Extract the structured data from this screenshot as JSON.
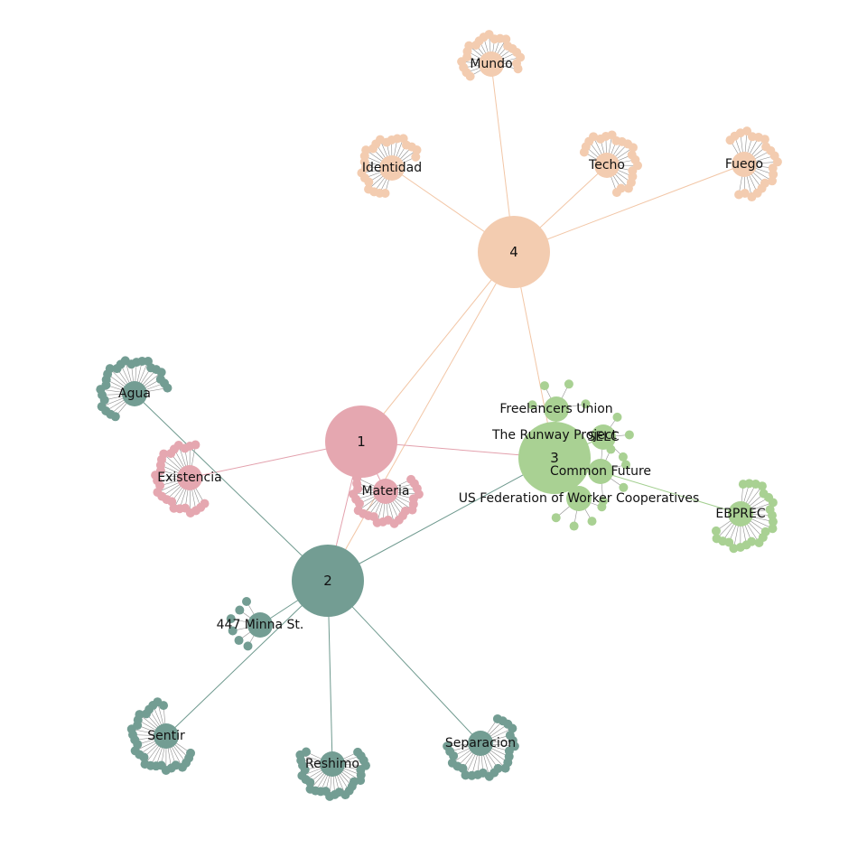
{
  "colors": {
    "1": "#e5a7b0",
    "2": "#739d93",
    "3": "#a9d193",
    "4": "#f3ccb0",
    "edge_1": "#e3a1ad",
    "edge_2": "#6e998e",
    "edge_3": "#a3cf90",
    "edge_4": "#f2c6a6",
    "leaf_edge": "#8f8f8f"
  },
  "nodes": [
    {
      "id": "h1",
      "label": "1",
      "group": "1",
      "role": "hub"
    },
    {
      "id": "h2",
      "label": "2",
      "group": "2",
      "role": "hub"
    },
    {
      "id": "h3",
      "label": "3",
      "group": "3",
      "role": "hub"
    },
    {
      "id": "h4",
      "label": "4",
      "group": "4",
      "role": "hub"
    },
    {
      "id": "mundo",
      "label": "Mundo",
      "group": "4",
      "role": "sub"
    },
    {
      "id": "identidad",
      "label": "Identidad",
      "group": "4",
      "role": "sub"
    },
    {
      "id": "techo",
      "label": "Techo",
      "group": "4",
      "role": "sub"
    },
    {
      "id": "fuego",
      "label": "Fuego",
      "group": "4",
      "role": "sub"
    },
    {
      "id": "existencia",
      "label": "Existencia",
      "group": "1",
      "role": "sub"
    },
    {
      "id": "materia",
      "label": "Materia",
      "group": "1",
      "role": "sub"
    },
    {
      "id": "agua",
      "label": "Agua",
      "group": "2",
      "role": "sub"
    },
    {
      "id": "minna",
      "label": "447 Minna St.",
      "group": "2",
      "role": "sub"
    },
    {
      "id": "sentir",
      "label": "Sentir",
      "group": "2",
      "role": "sub"
    },
    {
      "id": "reshimo",
      "label": "Reshimo",
      "group": "2",
      "role": "sub"
    },
    {
      "id": "separacion",
      "label": "Separacion",
      "group": "2",
      "role": "sub"
    },
    {
      "id": "freelancers",
      "label": "Freelancers Union",
      "group": "3",
      "role": "sub"
    },
    {
      "id": "runway",
      "label": "The Runway Project",
      "group": "3",
      "role": "sub"
    },
    {
      "id": "selc",
      "label": "SELC",
      "group": "3",
      "role": "sub"
    },
    {
      "id": "commonfuture",
      "label": "Common Future",
      "group": "3",
      "role": "sub"
    },
    {
      "id": "usfed",
      "label": "US Federation of Worker Cooperatives",
      "group": "3",
      "role": "sub"
    },
    {
      "id": "ebprec",
      "label": "EBPREC",
      "group": "3",
      "role": "sub"
    }
  ],
  "edges": [
    [
      "h4",
      "mundo"
    ],
    [
      "h4",
      "identidad"
    ],
    [
      "h4",
      "techo"
    ],
    [
      "h4",
      "fuego"
    ],
    [
      "h4",
      "h1"
    ],
    [
      "h4",
      "h2"
    ],
    [
      "h4",
      "h3"
    ],
    [
      "h1",
      "existencia"
    ],
    [
      "h1",
      "materia"
    ],
    [
      "h1",
      "h2"
    ],
    [
      "h1",
      "h3"
    ],
    [
      "h2",
      "agua"
    ],
    [
      "h2",
      "minna"
    ],
    [
      "h2",
      "sentir"
    ],
    [
      "h2",
      "reshimo"
    ],
    [
      "h2",
      "separacion"
    ],
    [
      "h2",
      "h3"
    ],
    [
      "h3",
      "freelancers"
    ],
    [
      "h3",
      "selc"
    ],
    [
      "h3",
      "commonfuture"
    ],
    [
      "h3",
      "usfed"
    ],
    [
      "h3",
      "ebprec"
    ]
  ]
}
